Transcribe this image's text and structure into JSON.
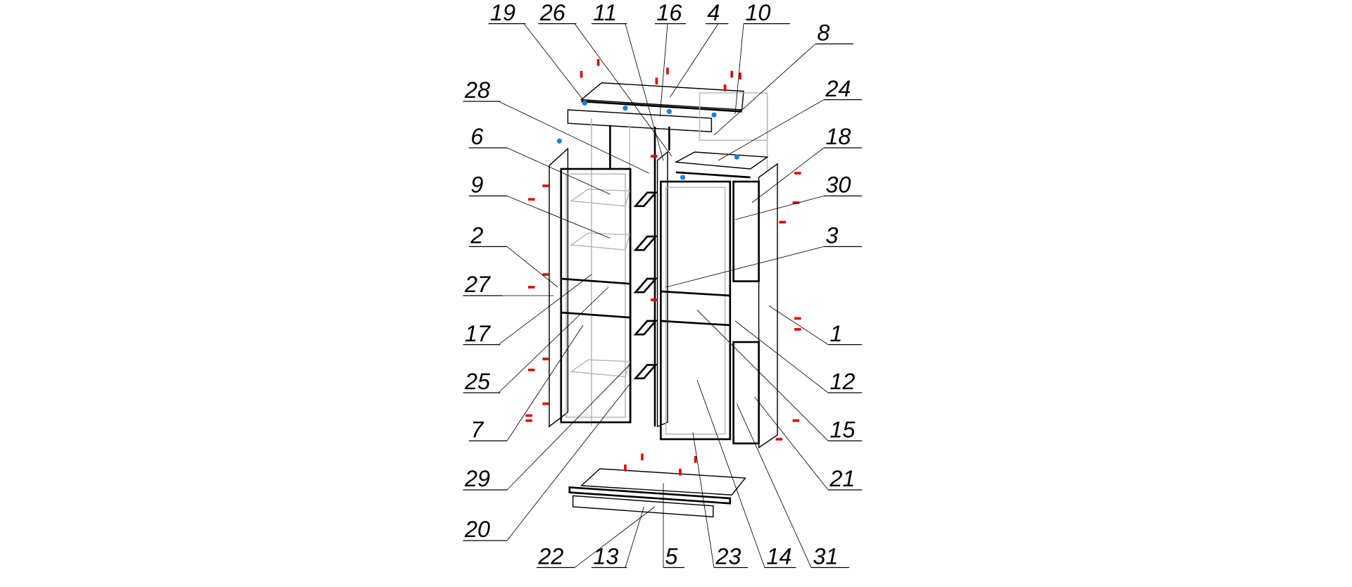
{
  "diagram": {
    "title": "Wardrobe exploded assembly view",
    "accent_colors": {
      "fastener_red": "#e00000",
      "fastener_blue": "#1e7fe0"
    },
    "labels": [
      {
        "text": "19"
      },
      {
        "text": "26"
      },
      {
        "text": "11"
      },
      {
        "text": "16"
      },
      {
        "text": "4"
      },
      {
        "text": "10"
      },
      {
        "text": "8"
      },
      {
        "text": "28"
      },
      {
        "text": "24"
      },
      {
        "text": "6"
      },
      {
        "text": "18"
      },
      {
        "text": "9"
      },
      {
        "text": "30"
      },
      {
        "text": "2"
      },
      {
        "text": "3"
      },
      {
        "text": "27"
      },
      {
        "text": "17"
      },
      {
        "text": "1"
      },
      {
        "text": "25"
      },
      {
        "text": "12"
      },
      {
        "text": "7"
      },
      {
        "text": "15"
      },
      {
        "text": "29"
      },
      {
        "text": "21"
      },
      {
        "text": "20"
      },
      {
        "text": "22"
      },
      {
        "text": "13"
      },
      {
        "text": "5"
      },
      {
        "text": "23"
      },
      {
        "text": "14"
      },
      {
        "text": "31"
      }
    ]
  }
}
